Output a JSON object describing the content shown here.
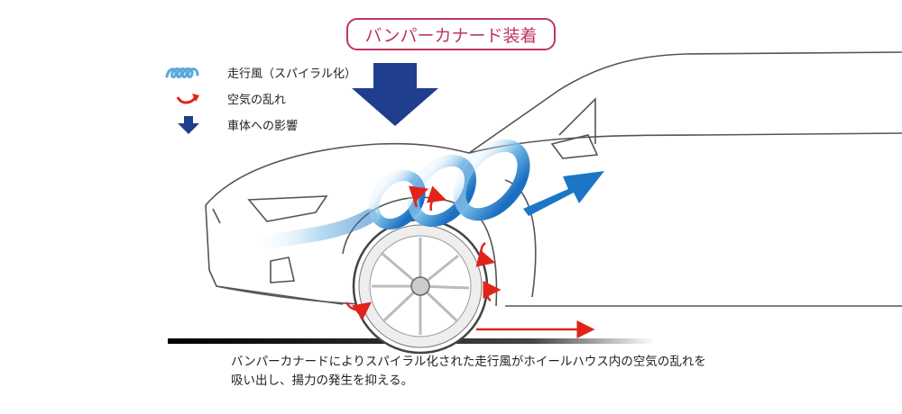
{
  "title": "バンパーカナード装着",
  "legend": [
    {
      "icon": "spiral-airflow-icon",
      "label": "走行風（スパイラル化）"
    },
    {
      "icon": "turbulence-arrow-icon",
      "label": "空気の乱れ"
    },
    {
      "icon": "downforce-arrow-icon",
      "label": "車体への影響"
    }
  ],
  "caption": {
    "line1": "バンパーカナードによりスパイラル化された走行風がホイールハウス内の空気の乱れを",
    "line2": "吸い出し、揚力の発生を抑える。"
  },
  "colors": {
    "title_accent": "#c0365f",
    "spiral": "#5aa9dc",
    "turbulence": "#e2231a",
    "downforce": "#1f3e8e",
    "flow_arrow": "#1b76c6"
  }
}
